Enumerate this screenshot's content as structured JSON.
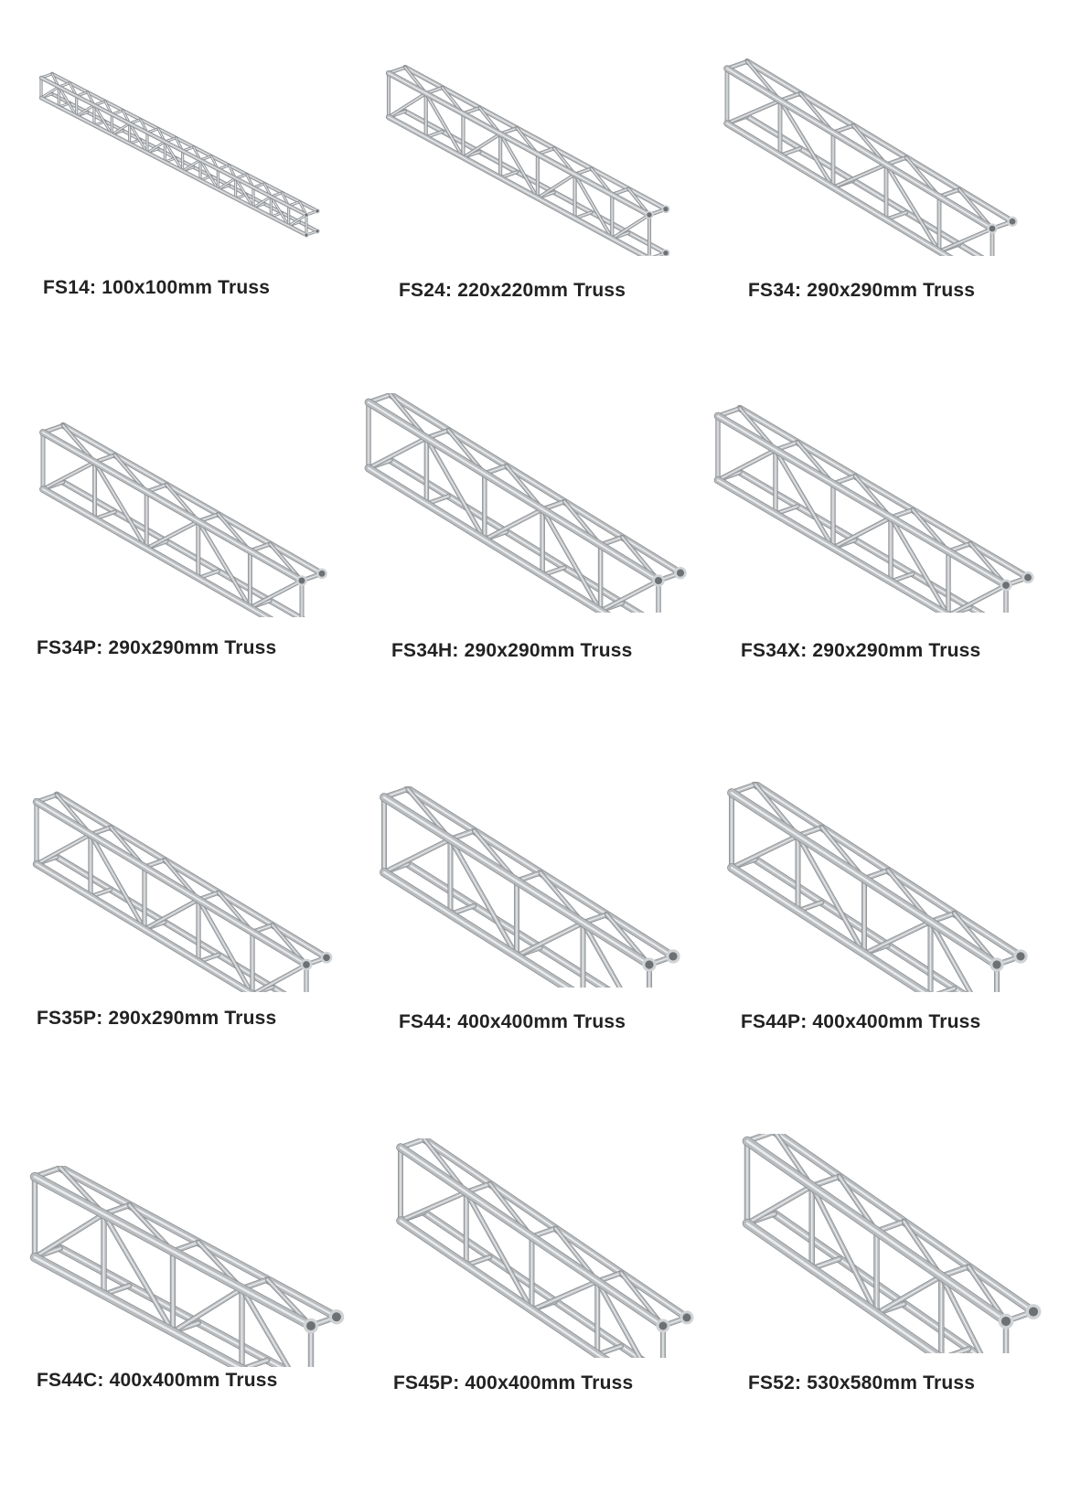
{
  "colors": {
    "background": "#ffffff",
    "caption": "#222222",
    "metal": "#b9bcbf",
    "metal_edge": "#8a8d90"
  },
  "items": [
    {
      "label": "FS14: 100x100mm Truss",
      "icon": "truss-fs14-image"
    },
    {
      "label": "FS24: 220x220mm Truss",
      "icon": "truss-fs24-image"
    },
    {
      "label": "FS34: 290x290mm Truss",
      "icon": "truss-fs34-image"
    },
    {
      "label": "FS34P: 290x290mm Truss",
      "icon": "truss-fs34p-image"
    },
    {
      "label": "FS34H: 290x290mm Truss",
      "icon": "truss-fs34h-image"
    },
    {
      "label": "FS34X: 290x290mm Truss",
      "icon": "truss-fs34x-image"
    },
    {
      "label": "FS35P: 290x290mm Truss",
      "icon": "truss-fs35p-image"
    },
    {
      "label": "FS44: 400x400mm Truss",
      "icon": "truss-fs44-image"
    },
    {
      "label": "FS44P: 400x400mm Truss",
      "icon": "truss-fs44p-image"
    },
    {
      "label": "FS44C: 400x400mm Truss",
      "icon": "truss-fs44c-image"
    },
    {
      "label": "FS45P: 400x400mm Truss",
      "icon": "truss-fs45p-image"
    },
    {
      "label": "FS52: 530x580mm Truss",
      "icon": "truss-fs52-image"
    }
  ]
}
